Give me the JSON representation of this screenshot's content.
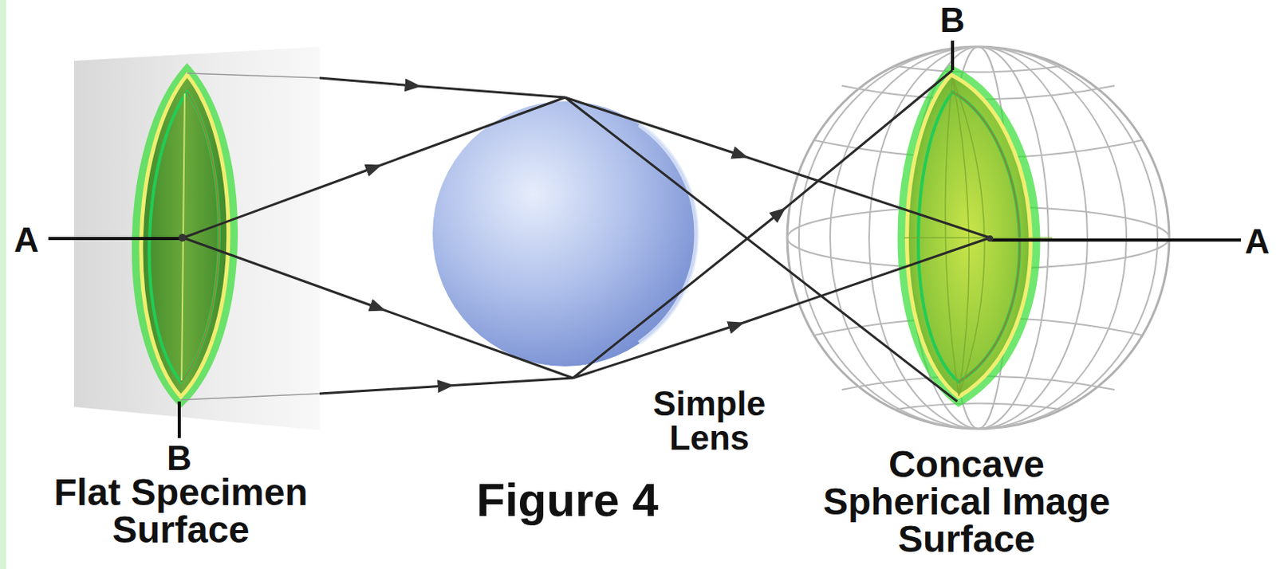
{
  "diagram": {
    "labels": [
      "A",
      "B",
      "Flat Specimen Surface",
      "Figure 4",
      "Simple Lens",
      "B",
      "Concave Spherical Image Surface",
      "A"
    ]
  }
}
